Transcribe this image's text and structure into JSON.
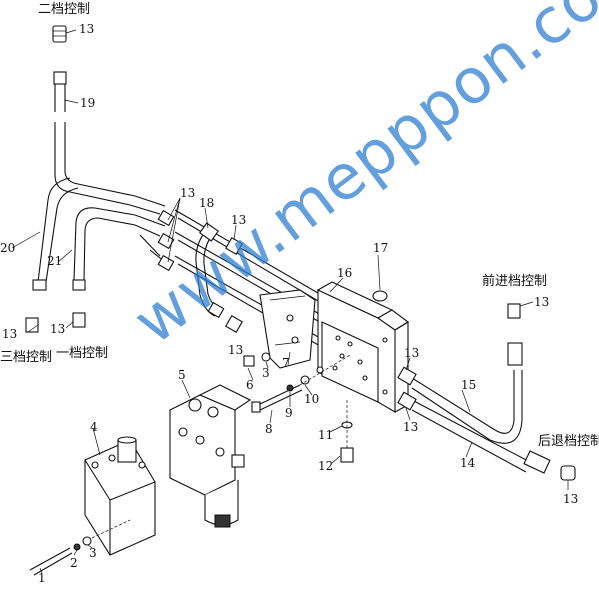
{
  "watermark": "www.mepppon.com",
  "control_labels": {
    "second_gear": "二档控制",
    "third_gear": "三档控制",
    "first_gear": "一档控制",
    "forward_gear": "前进档控制",
    "reverse_gear": "后退档控制"
  },
  "part_numbers": {
    "p1": "1",
    "p2": "2",
    "p3": "3",
    "p3b": "3",
    "p4": "4",
    "p5": "5",
    "p6": "6",
    "p7": "7",
    "p8": "8",
    "p9": "9",
    "p10": "10",
    "p11": "11",
    "p12": "12",
    "p13a": "13",
    "p13b": "13",
    "p13c": "13",
    "p13d": "13",
    "p13e": "13",
    "p13f": "13",
    "p13g": "13",
    "p13h": "13",
    "p13i": "13",
    "p13j": "13",
    "p14": "14",
    "p15": "15",
    "p16": "16",
    "p17": "17",
    "p18": "18",
    "p19": "19",
    "p20": "20",
    "p21": "21"
  }
}
